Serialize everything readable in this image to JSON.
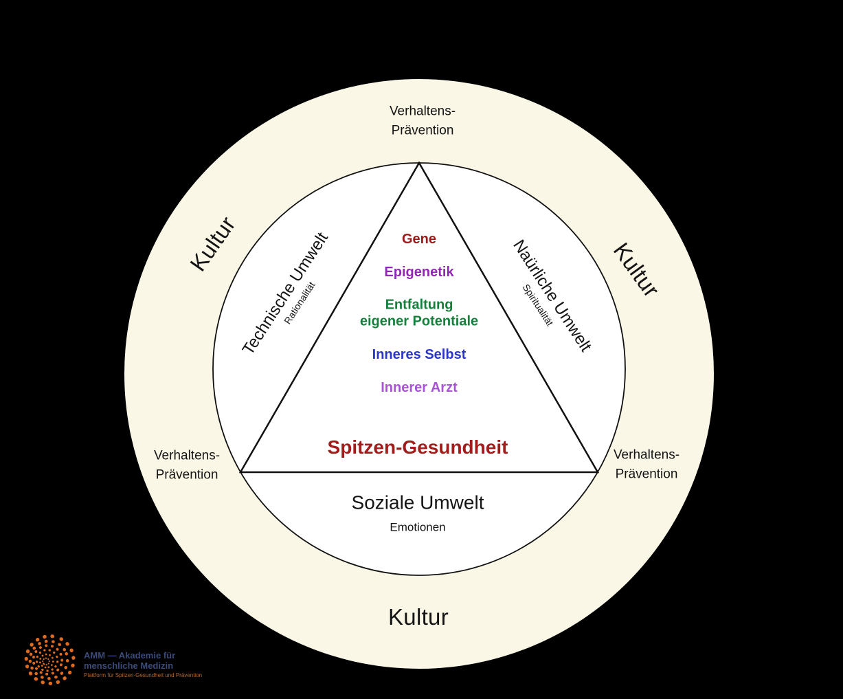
{
  "page": {
    "background_color": "#000000"
  },
  "diagram": {
    "colors": {
      "ring_fill": "#FAF7E6",
      "circle_fill": "#FFFFFF",
      "line": "#111111"
    },
    "ring": {
      "kultur_left": "Kultur",
      "kultur_right": "Kultur",
      "kultur_bottom": "Kultur",
      "verhaltens_top": "Verhaltens-\nPrävention",
      "verhaltens_left": "Verhaltens-\nPrävention",
      "verhaltens_right": "Verhaltens-\nPrävention"
    },
    "sides": {
      "left": {
        "label": "Technische Umwelt",
        "sublabel": "Rationalität"
      },
      "right": {
        "label": "Naürliche Umwelt",
        "sublabel": "Spiritualität"
      },
      "bottom": {
        "label": "Soziale Umwelt",
        "sublabel": "Emotionen"
      }
    },
    "triangle": {
      "items": [
        {
          "text": "Gene",
          "color": "#9B1B1B"
        },
        {
          "text": "Epigenetik",
          "color": "#9227B5"
        },
        {
          "text": "Entfaltung\neigener Potentiale",
          "color": "#157F3B"
        },
        {
          "text": "Inneres Selbst",
          "color": "#2B35C8"
        },
        {
          "text": "Innerer Arzt",
          "color": "#A755D2"
        }
      ],
      "headline": {
        "text": "Spitzen-Gesundheit",
        "color": "#A31C1C"
      }
    }
  },
  "logo": {
    "name": "AMM — Akademie für\nmenschliche Medizin",
    "tagline": "Plattform für Spitzen-Gesundheit und Prävention",
    "name_color": "#3A4A7A",
    "tagline_color": "#B5682F",
    "accent_color": "#DC6B20"
  }
}
